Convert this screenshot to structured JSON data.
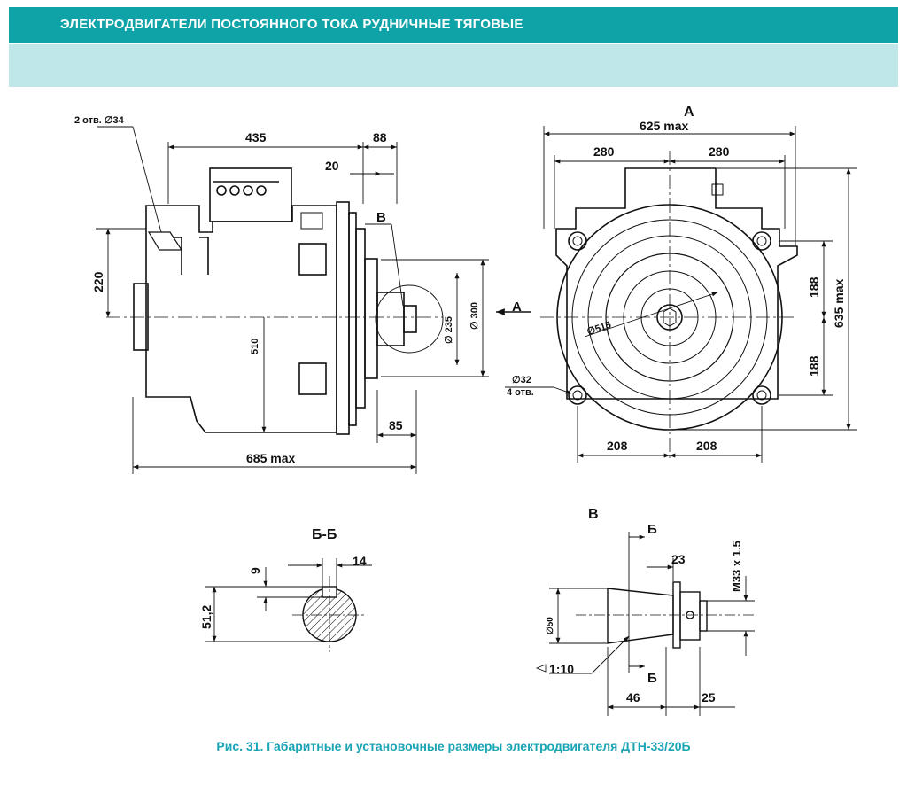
{
  "header": {
    "title": "ЭЛЕКТРОДВИГАТЕЛИ ПОСТОЯННОГО ТОКА РУДНИЧНЫЕ ТЯГОВЫЕ",
    "bar_color": "#0fa3a8",
    "subbar_color": "#bfe6e9"
  },
  "drawing": {
    "side_view": {
      "holes_note": "2 отв. ∅34",
      "dim_435": "435",
      "dim_88": "88",
      "dim_20": "20",
      "label_b": "B",
      "dim_220": "220",
      "dim_510": "510",
      "dim_235": "∅ 235",
      "dim_300": "∅ 300",
      "dim_85": "85",
      "dim_685": "685 max",
      "view_arrow": "A"
    },
    "front_view": {
      "label_a": "A",
      "dim_625": "625 max",
      "dim_280_left": "280",
      "dim_280_right": "280",
      "dim_515": "∅515",
      "dim_188_top": "188",
      "dim_188_bottom": "188",
      "dim_635": "635 max",
      "holes_note_1": "∅32",
      "holes_note_2": "4 отв.",
      "dim_208_left": "208",
      "dim_208_right": "208"
    },
    "section_bb": {
      "title": "Б-Б",
      "dim_9": "9",
      "dim_14": "14",
      "dim_51": "51,2"
    },
    "detail_b": {
      "title": "B",
      "section_mark_top": "Б",
      "section_mark_bottom": "Б",
      "dim_23": "23",
      "dim_thread": "M33 x 1.5",
      "dim_50": "∅50",
      "taper": "1:10",
      "dim_46": "46",
      "dim_25": "25"
    }
  },
  "caption": "Рис. 31. Габаритные и установочные размеры электродвигателя ДТН-33/20Б",
  "caption_color": "#1aa4b4"
}
